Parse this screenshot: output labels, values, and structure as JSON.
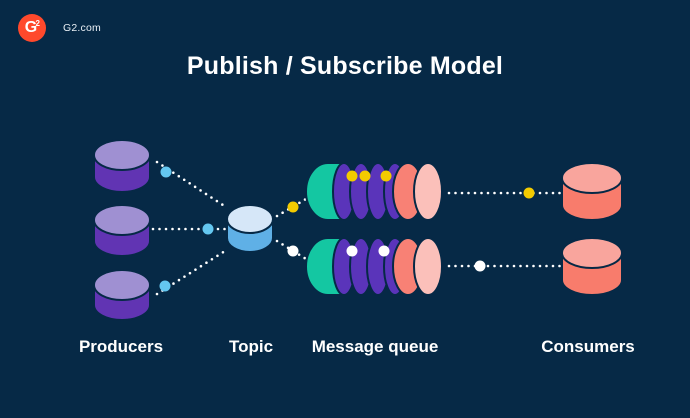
{
  "header": {
    "logo_glyph": "G",
    "logo_sup": "2",
    "site_label": "G2.com"
  },
  "title": "Publish / Subscribe Model",
  "labels": {
    "producers": "Producers",
    "topic": "Topic",
    "message_queue": "Message queue",
    "consumers": "Consumers"
  },
  "colors": {
    "background": "#062946",
    "brand_red": "#FF492C",
    "text": "#FFFFFF",
    "producer_top": "#9F90D2",
    "producer_body": "#6134B3",
    "topic_top": "#D6E7F8",
    "topic_body": "#5FB0E6",
    "queue_teal": "#14C7A2",
    "queue_purple": "#5A34BA",
    "queue_salmon": "#F88175",
    "queue_face": "#FBC0BA",
    "consumer_top": "#F9A59D",
    "consumer_body": "#F87C6C",
    "dot_blue": "#64C7F0",
    "dot_yellow": "#F3CB00",
    "dot_white": "#FFFFFF"
  },
  "structure": {
    "producers_count": 3,
    "topics_count": 1,
    "queues_count": 2,
    "consumers_count": 2,
    "queue_message_counts": [
      3,
      2
    ]
  }
}
